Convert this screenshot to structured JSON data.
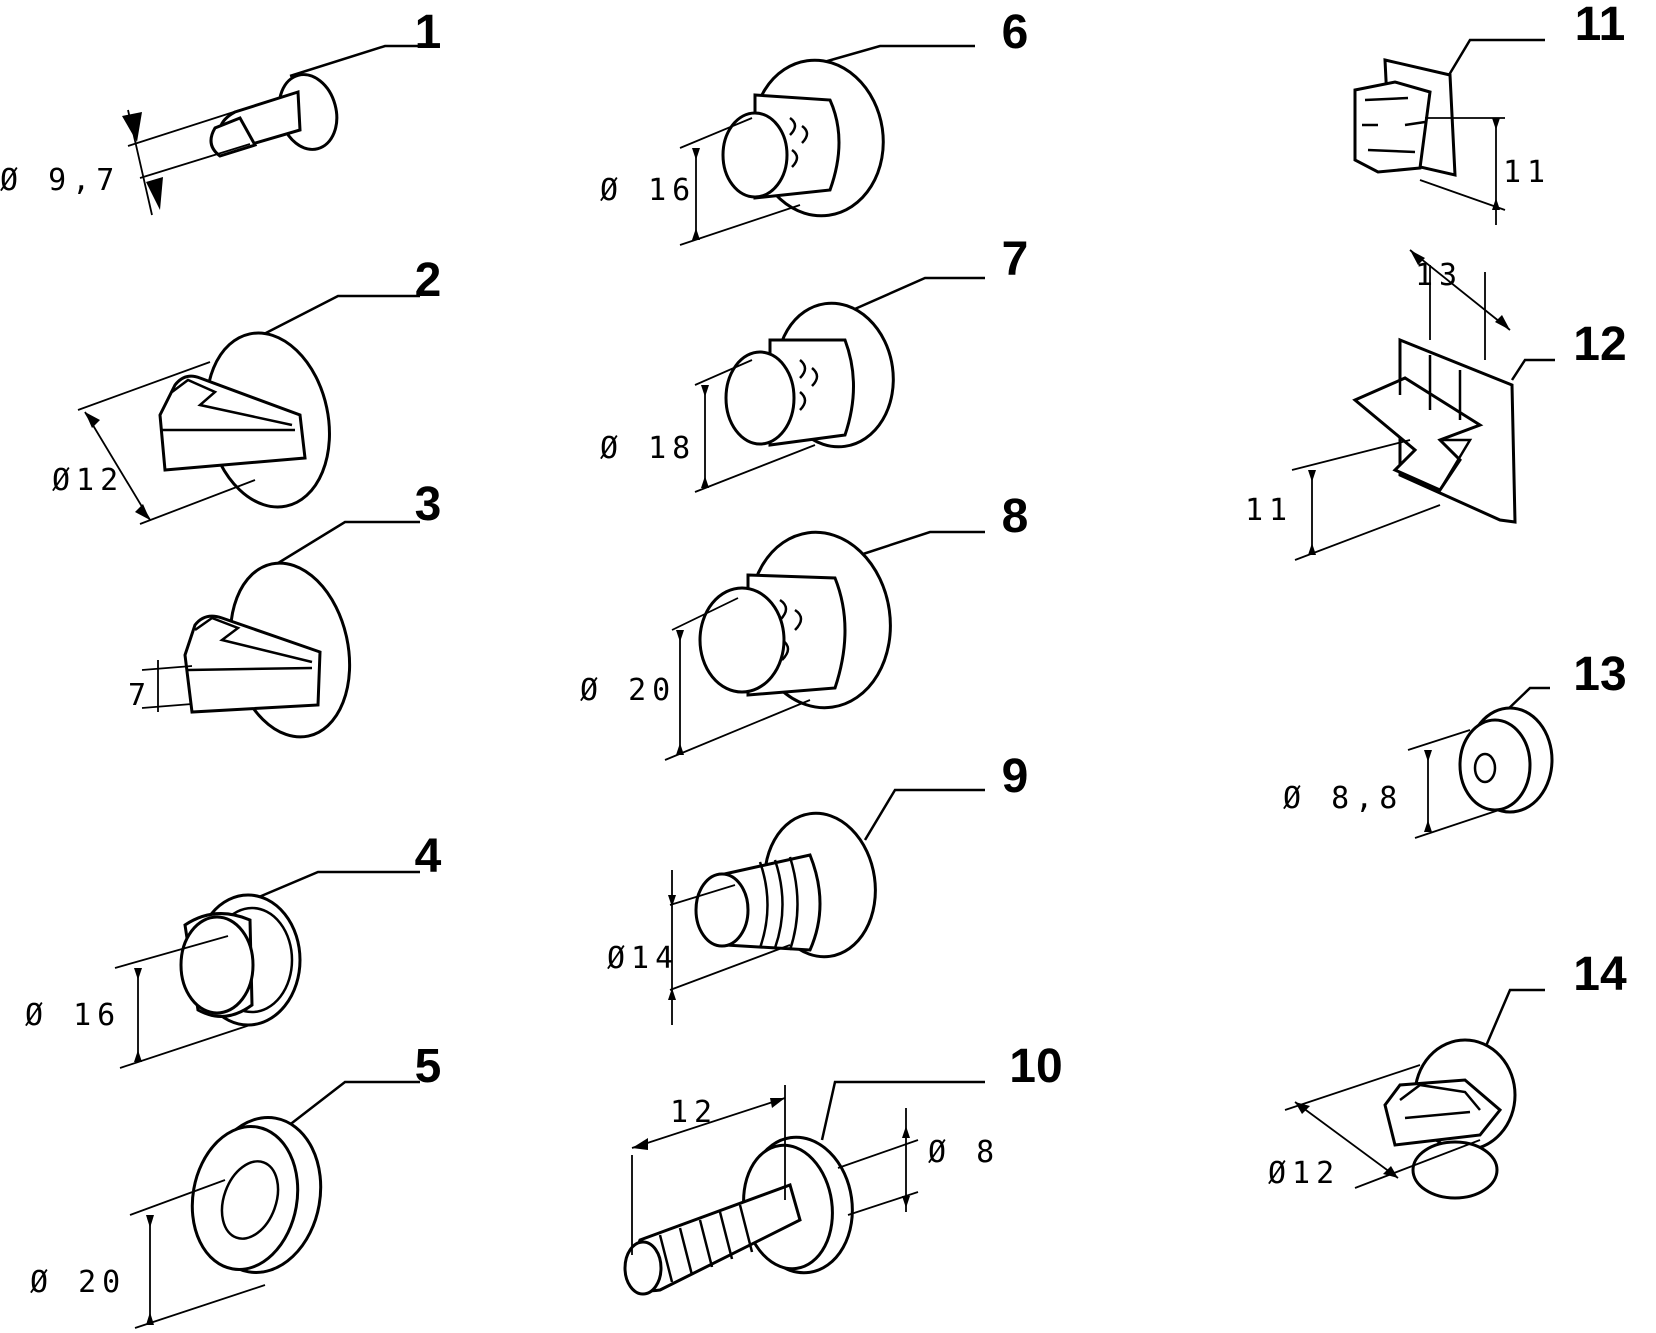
{
  "parts": [
    {
      "id": "1",
      "label": "1",
      "dimension": "Ø 9,7"
    },
    {
      "id": "2",
      "label": "2",
      "dimension": "Ø12"
    },
    {
      "id": "3",
      "label": "3",
      "dimension": "7"
    },
    {
      "id": "4",
      "label": "4",
      "dimension": "Ø 16"
    },
    {
      "id": "5",
      "label": "5",
      "dimension": "Ø 20"
    },
    {
      "id": "6",
      "label": "6",
      "dimension": "Ø 16"
    },
    {
      "id": "7",
      "label": "7",
      "dimension": "Ø 18"
    },
    {
      "id": "8",
      "label": "8",
      "dimension": "Ø 20"
    },
    {
      "id": "9",
      "label": "9",
      "dimension": "Ø14"
    },
    {
      "id": "10",
      "label": "10",
      "dimension": "Ø 8",
      "dimension_length": "12"
    },
    {
      "id": "11",
      "label": "11",
      "dimension": "11"
    },
    {
      "id": "12",
      "label": "12",
      "dimension": "11",
      "dimension_width": "13"
    },
    {
      "id": "13",
      "label": "13",
      "dimension": "Ø 8,8"
    },
    {
      "id": "14",
      "label": "14",
      "dimension": "Ø12"
    }
  ]
}
